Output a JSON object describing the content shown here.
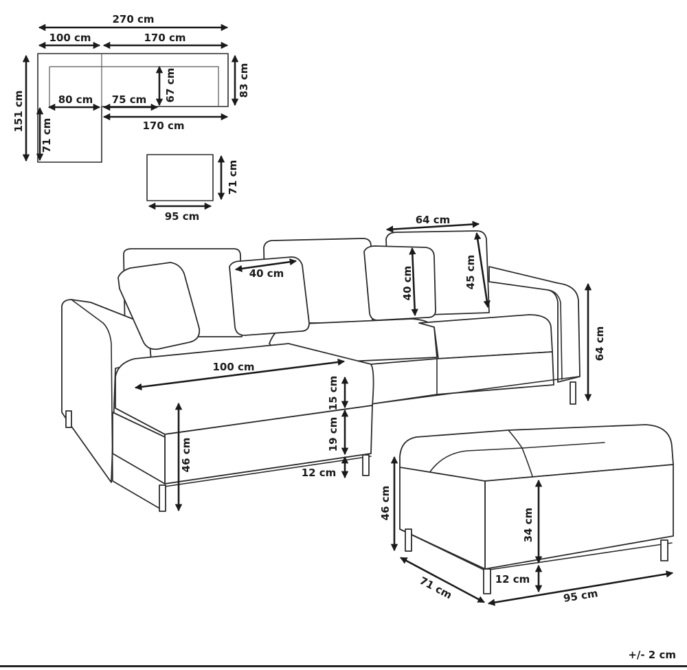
{
  "plan": {
    "total_width": "270 cm",
    "left_width": "100 cm",
    "right_width": "170 cm",
    "total_depth": "151 cm",
    "back_depth": "83 cm",
    "seat_depth": "67 cm",
    "chaise_inner_width": "80 cm",
    "seat_width": "75 cm",
    "bottom_width": "170 cm",
    "chaise_extension": "71 cm"
  },
  "ottoman_plan": {
    "width": "95 cm",
    "depth": "71 cm"
  },
  "sofa": {
    "backrest_width": "64 cm",
    "cushion_width": "40 cm",
    "cushion_height": "40 cm",
    "backrest_height": "45 cm",
    "total_height": "64 cm",
    "chaise_length": "100 cm",
    "seat_cushion": "15 cm",
    "seat_base": "19 cm",
    "leg_height": "12 cm",
    "seat_height": "46 cm"
  },
  "ottoman": {
    "total_height": "46 cm",
    "body_height": "34 cm",
    "leg_height": "12 cm",
    "depth": "71 cm",
    "width": "95 cm"
  },
  "tolerance": "+/- 2 cm"
}
